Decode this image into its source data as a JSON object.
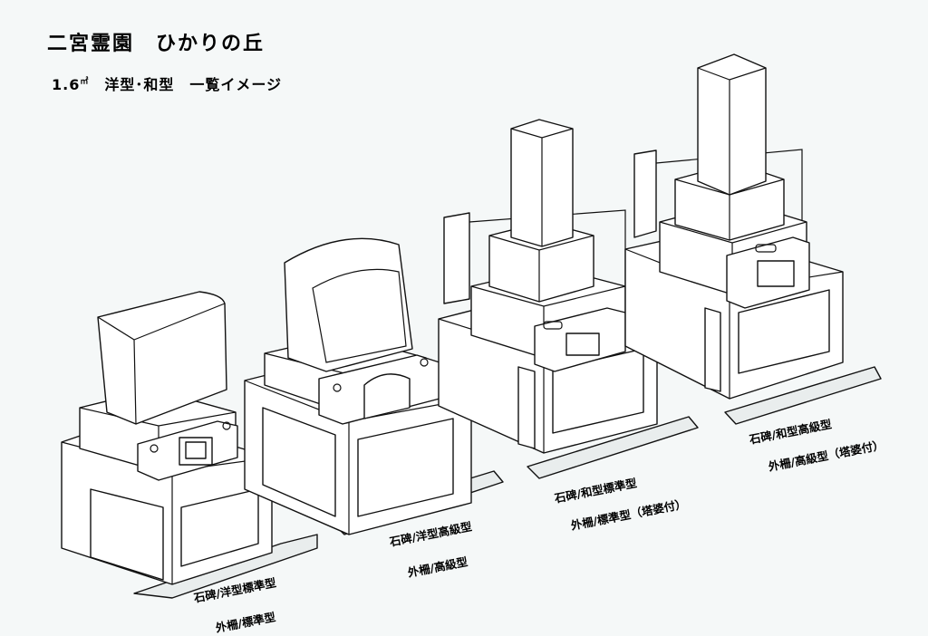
{
  "header": {
    "title": "二宮霊園　ひかりの丘",
    "subtitle_prefix": "1.6",
    "subtitle_unit": "㎡",
    "subtitle_rest": "　洋型･和型　一覧イメージ"
  },
  "graves": [
    {
      "line1": "石碑/洋型標準型",
      "line2": "外柵/標準型"
    },
    {
      "line1": "石碑/洋型高級型",
      "line2": "外柵/高級型"
    },
    {
      "line1": "石碑/和型標準型",
      "line2": "外柵/標準型（塔婆付）"
    },
    {
      "line1": "石碑/和型高級型",
      "line2": "外柵/高級型（塔婆付）"
    }
  ]
}
